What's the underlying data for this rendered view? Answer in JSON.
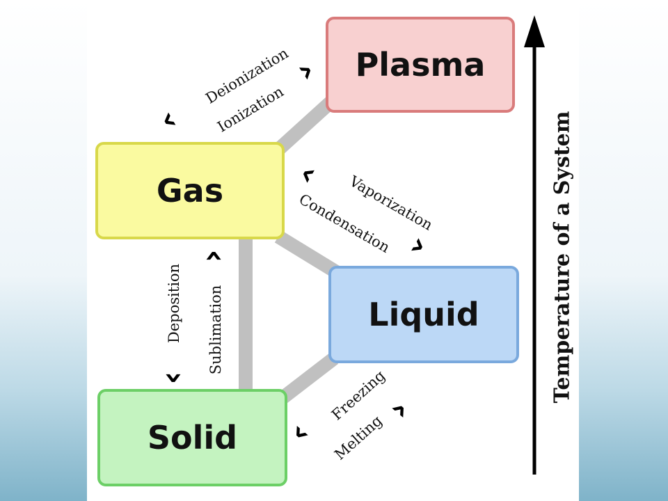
{
  "states": {
    "plasma": "Plasma",
    "gas": "Gas",
    "liquid": "Liquid",
    "solid": "Solid"
  },
  "processes": {
    "deionization": "Deionization",
    "ionization": "Ionization",
    "vaporization": "Vaporization",
    "condensation": "Condensation",
    "deposition": "Deposition",
    "sublimation": "Sublimation",
    "freezing": "Freezing",
    "melting": "Melting"
  },
  "axis": {
    "label": "Temperature of a System"
  },
  "chevron_glyph": "‹",
  "colors": {
    "plasma_fill": "#f8d0d0",
    "plasma_border": "#d97b7b",
    "gas_fill": "#fafaa0",
    "gas_border": "#d8d84a",
    "liquid_fill": "#bcd8f6",
    "liquid_border": "#7aa9dd",
    "solid_fill": "#c4f3c0",
    "solid_border": "#6ccf66",
    "connector": "#c0c0c0"
  }
}
